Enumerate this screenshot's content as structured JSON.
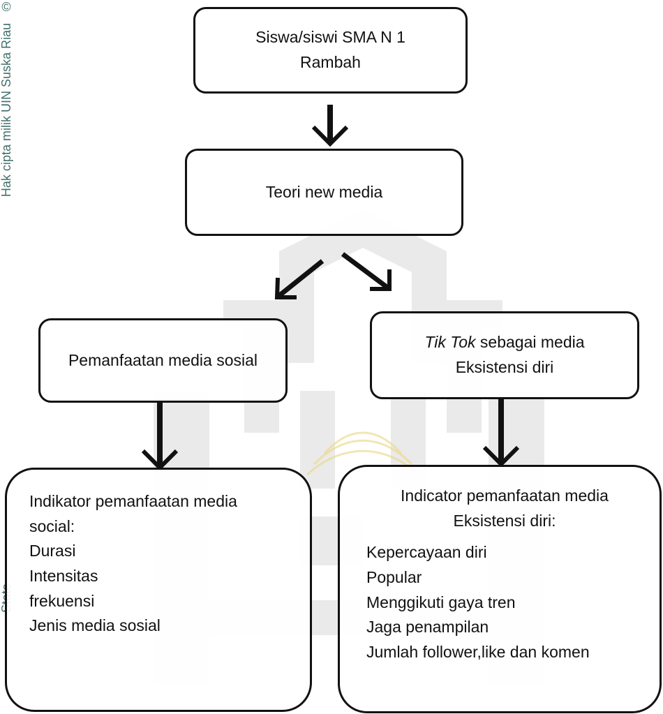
{
  "watermark": {
    "left_text": "Hak cipta milik UIN Suska Riau",
    "left_bottom_text": "State",
    "copyright_symbol": "©"
  },
  "diagram": {
    "box_top": {
      "line1": "Siswa/siswi SMA N 1",
      "line2": "Rambah"
    },
    "box_middle": {
      "text": "Teori new media"
    },
    "box_left": {
      "text": "Pemanfaatan media sosial"
    },
    "box_right": {
      "italic_part": "Tik Tok",
      "rest_line1": " sebagai media",
      "line2": "Eksistensi diri"
    },
    "box_bottom_left": {
      "title_line1": "Indikator pemanfaatan media",
      "title_line2": "social:",
      "items": [
        "Durasi",
        "Intensitas",
        "frekuensi",
        "Jenis media sosial"
      ]
    },
    "box_bottom_right": {
      "title_line1": "Indicator pemanfaatan media",
      "title_line2": "Eksistensi diri:",
      "items": [
        "Kepercayaan diri",
        "Popular",
        "Menggikuti gaya tren",
        "Jaga penampilan",
        "Jumlah follower,like dan komen"
      ]
    }
  }
}
